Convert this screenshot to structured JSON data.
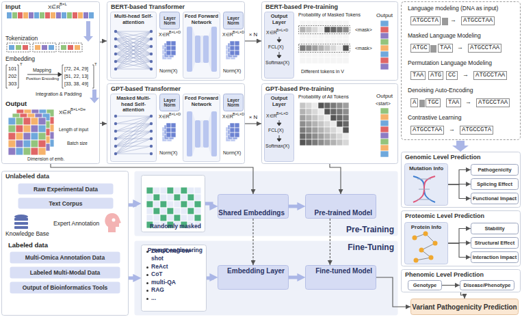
{
  "diagram": {
    "nodes": [
      {
        "text": [
          "Input"
        ]
      },
      {
        "text": [
          "BERT-based Transformer"
        ]
      },
      {
        "text": [
          "Multi-head Self-attention"
        ],
        "in": 1
      },
      {
        "text": [
          "Layer Norm"
        ],
        "in": 1
      },
      {
        "text": [
          "Feed Forward Network"
        ],
        "in": 1
      },
      {
        "text": [
          "Layer Norm"
        ],
        "in": 1
      },
      {
        "text": [
          "GPT-based Transformer"
        ]
      },
      {
        "text": [
          "Masked Multi-head Self-attention"
        ],
        "in": 6
      },
      {
        "text": [
          "Layer Norm"
        ],
        "in": 6
      },
      {
        "text": [
          "Feed Forward Network"
        ],
        "in": 6
      },
      {
        "text": [
          "Layer Norm"
        ],
        "in": 6
      },
      {
        "text": [
          "BERT-based Pre-training"
        ]
      },
      {
        "text": [
          "Output Layer"
        ],
        "in": 11
      },
      {
        "text": [
          "GPT-based Pre-training"
        ]
      },
      {
        "text": [
          "Output Layer"
        ],
        "in": 13
      },
      {
        "text": [
          "Genomic Level Prediction"
        ]
      },
      {
        "text": [
          "Mutation Info"
        ],
        "in": 15
      },
      {
        "text": [
          "Pathogenicity"
        ],
        "in": 15
      },
      {
        "text": [
          "Splicing Effect"
        ],
        "in": 15
      },
      {
        "text": [
          "Functional Impact"
        ],
        "in": 15
      },
      {
        "text": [
          "Proteomic Level Prediction"
        ]
      },
      {
        "text": [
          "Protein Info"
        ],
        "in": 20
      },
      {
        "text": [
          "Stability"
        ],
        "in": 20
      },
      {
        "text": [
          "Structural Effect"
        ],
        "in": 20
      },
      {
        "text": [
          "Interaction Impact"
        ],
        "in": 20
      },
      {
        "text": [
          "Phenomic Level Prediction"
        ]
      },
      {
        "text": [
          "Genotype"
        ],
        "in": 25
      },
      {
        "text": [
          "Disease/Phenotype"
        ],
        "in": 25
      },
      {
        "text": [
          "Variant Pathogenicity Prediction"
        ]
      },
      {
        "text": [
          "Unlabeled data"
        ]
      },
      {
        "text": [
          "Raw Experimental Data"
        ],
        "in": 29
      },
      {
        "text": [
          "Text Corpus"
        ],
        "in": 29
      },
      {
        "text": [
          "Multi-Omica Annotation Data"
        ],
        "in": 29
      },
      {
        "text": [
          "Labeled Multi-Modal Data"
        ],
        "in": 29
      },
      {
        "text": [
          "Output of Bioinformatics Tools"
        ],
        "in": 29
      },
      {
        "text": [
          "Pre-Training"
        ]
      },
      {
        "text": [
          "Randomly masked"
        ],
        "in": 35
      },
      {
        "text": [
          "Shared Embeddings"
        ],
        "in": 35
      },
      {
        "text": [
          "Pre-trained Model"
        ],
        "in": 35
      },
      {
        "text": [
          "Fine-Tuning"
        ]
      },
      {
        "text": [
          "Prompt engineering",
          "Zero/One/Few-shot",
          "ReAct",
          "CoT",
          "multi-QA",
          "RAG",
          "..."
        ],
        "in": 39
      },
      {
        "text": [
          "Embedding Layer"
        ],
        "in": 39
      },
      {
        "text": [
          "Fine-tuned Model"
        ],
        "in": 39
      }
    ],
    "edges": [
      {
        "from": 0,
        "to": 1,
        "arrow": "to"
      },
      {
        "from": 0,
        "to": 6,
        "arrow": "to"
      },
      {
        "from": 1,
        "to": 11,
        "arrow": "to",
        "label": "× N"
      },
      {
        "from": 6,
        "to": 13,
        "arrow": "to",
        "label": "× N"
      },
      {
        "from": 0,
        "to": 37,
        "arrow": "to"
      },
      {
        "from": 13,
        "to": 38,
        "arrow": "to"
      },
      {
        "from": 29,
        "to": 36,
        "arrow": "to"
      },
      {
        "from": 29,
        "to": 40,
        "arrow": "to"
      },
      {
        "from": 36,
        "to": 37,
        "arrow": "to"
      },
      {
        "from": 37,
        "to": 38,
        "arrow": "to"
      },
      {
        "from": 40,
        "to": 41,
        "arrow": "to"
      },
      {
        "from": 41,
        "to": 42,
        "arrow": "to"
      },
      {
        "from": 37,
        "to": 41,
        "arrow": "to"
      },
      {
        "from": 38,
        "to": 42,
        "arrow": "to"
      },
      {
        "from": 42,
        "to": 28,
        "arrow": "to"
      },
      {
        "from": 16,
        "to": 17,
        "arrow": "to"
      },
      {
        "from": 16,
        "to": 18,
        "arrow": "to"
      },
      {
        "from": 16,
        "to": 19,
        "arrow": "to"
      },
      {
        "from": 21,
        "to": 22,
        "arrow": "to"
      },
      {
        "from": 21,
        "to": 23,
        "arrow": "to"
      },
      {
        "from": 21,
        "to": 24,
        "arrow": "to"
      },
      {
        "from": 26,
        "to": 27,
        "arrow": "to"
      },
      {
        "from": 25,
        "to": 28,
        "arrow": "to"
      }
    ],
    "labels": [
      "Tokenization",
      "Embedding",
      "101",
      "202",
      "303",
      "T",
      "Mapping",
      "Position Encoding",
      "[72, 24, 29]",
      "[51, 22, 13]",
      "[33, 38, 49]",
      "T",
      "Integration & Padding",
      "Output",
      "X∈R",
      "B×L×De",
      "Length of input",
      "Batch size",
      "Dimension of emb.",
      "X∈R",
      "B×L",
      "X∈R",
      "B×L×D",
      "Norm(X)",
      "X∈R",
      "B×L×D",
      "Norm(X)",
      "X∈R",
      "B×L×D",
      "Norm(X)",
      "X∈R",
      "B×L×D",
      "Norm(X)",
      "X∈R",
      "B×L×D",
      "FCL(X)",
      "Softmax(X)",
      "Probability of Masked Tokens",
      "<mask>",
      "<mask>",
      "Different tokens in V",
      "Output",
      "X∈R",
      "B×L×D",
      "FCL(X)",
      "Softmax(X)",
      "Probability of All Tokens",
      "Output",
      "<start>",
      "Language modeling (DNA as input)",
      "ATGCCTA",
      "→",
      "ATGCCTAA",
      "Masked Language Modeling",
      "ATGC",
      "TAA",
      "→",
      "ATGCCTAA",
      "Permutation Language Modeling",
      "TAA",
      "ATG",
      "CC",
      "→",
      "ATGCCTAA",
      "Denoising Auto-Encoding",
      "A",
      "TGC",
      "TAA",
      "→",
      "ATGCCTAA",
      "Contrastive Learning",
      "ATGCCTAA",
      "→",
      "ATGCCGTA",
      "Knowledge Base",
      "Expert Annotation",
      "Labeled data"
    ]
  }
}
